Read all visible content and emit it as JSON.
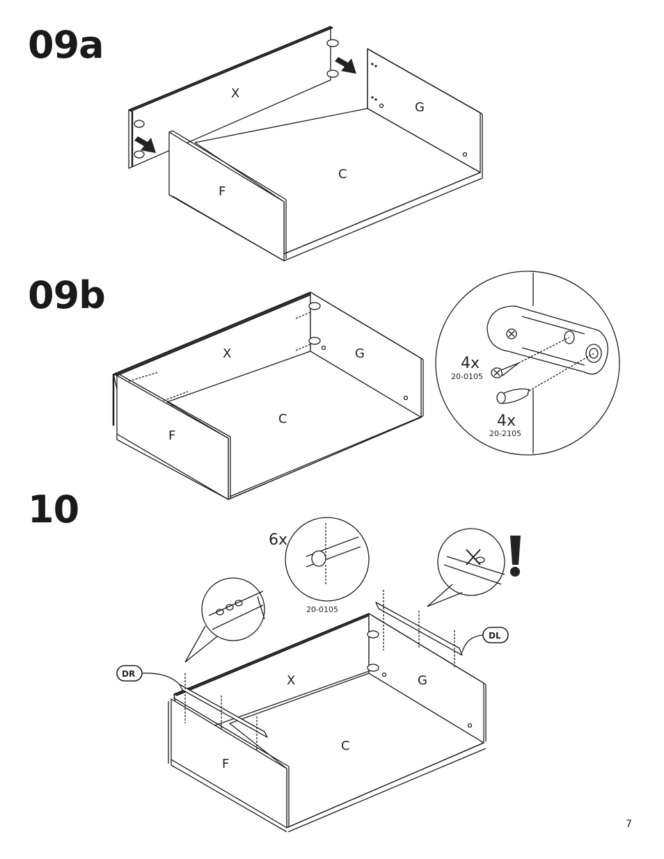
{
  "steps": [
    {
      "id": "09a",
      "label": "09a"
    },
    {
      "id": "09b",
      "label": "09b"
    },
    {
      "id": "10",
      "label": "10"
    }
  ],
  "panels": {
    "x": "X",
    "g": "G",
    "c": "C",
    "f": "F"
  },
  "detail_09b": {
    "screw_qty": "4x",
    "screw_code": "20-0105",
    "dowel_qty": "4x",
    "dowel_code": "20-2105"
  },
  "detail_10": {
    "screw_qty": "6x",
    "screw_code": "20-0105",
    "rail_right": "DR",
    "rail_left": "DL",
    "warning": "!"
  },
  "page_number": "7",
  "colors": {
    "ink": "#1a1a1a",
    "paper": "#ffffff"
  }
}
